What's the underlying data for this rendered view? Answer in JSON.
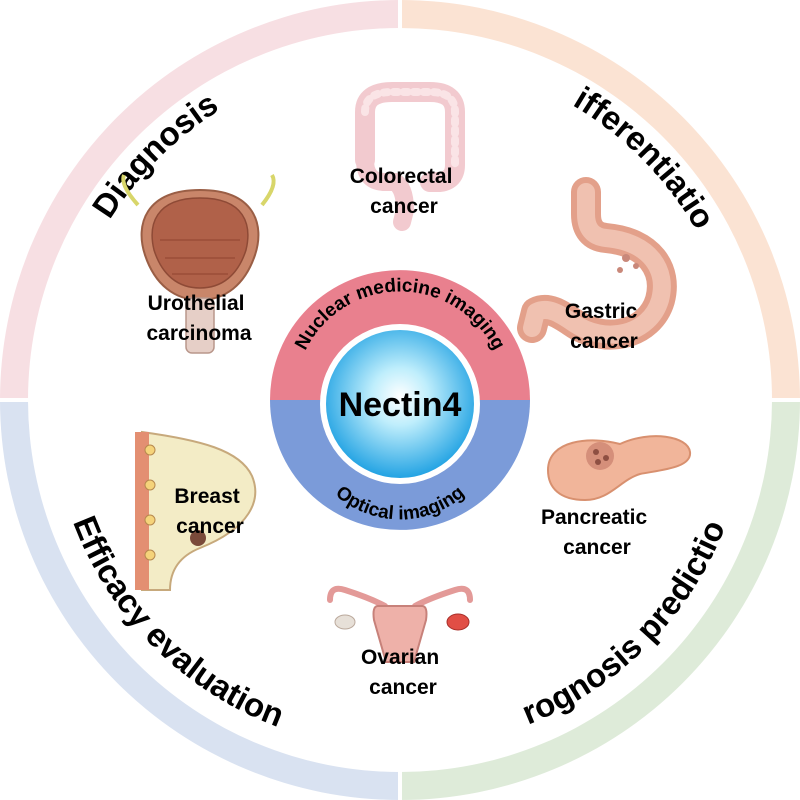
{
  "colors": {
    "diagnosis": "#f7dfe3",
    "differentiation": "#fbe3d3",
    "efficacy": "#d9e2f1",
    "prognosis": "#deebd9",
    "nuclear_band": "#e9808e",
    "optical_band": "#7b9bd9",
    "core_outer": "#2aa9e6",
    "core_inner": "#d9f3fc"
  },
  "quadrants": {
    "diagnosis": "Diagnosis",
    "differentiation": "Differentiation",
    "efficacy": "Efficacy evaluation",
    "prognosis": "Prognosis prediction"
  },
  "center": {
    "title": "Nectin4",
    "top_band": "Nuclear medicine imaging",
    "bottom_band": "Optical imaging"
  },
  "organs": {
    "colorectal": [
      "Colorectal",
      "cancer"
    ],
    "urothelial": [
      "Urothelial",
      "carcinoma"
    ],
    "gastric": [
      "Gastric",
      "cancer"
    ],
    "breast": [
      "Breast",
      "cancer"
    ],
    "pancreatic": [
      "Pancreatic",
      "cancer"
    ],
    "ovarian": [
      "Ovarian",
      "cancer"
    ]
  }
}
